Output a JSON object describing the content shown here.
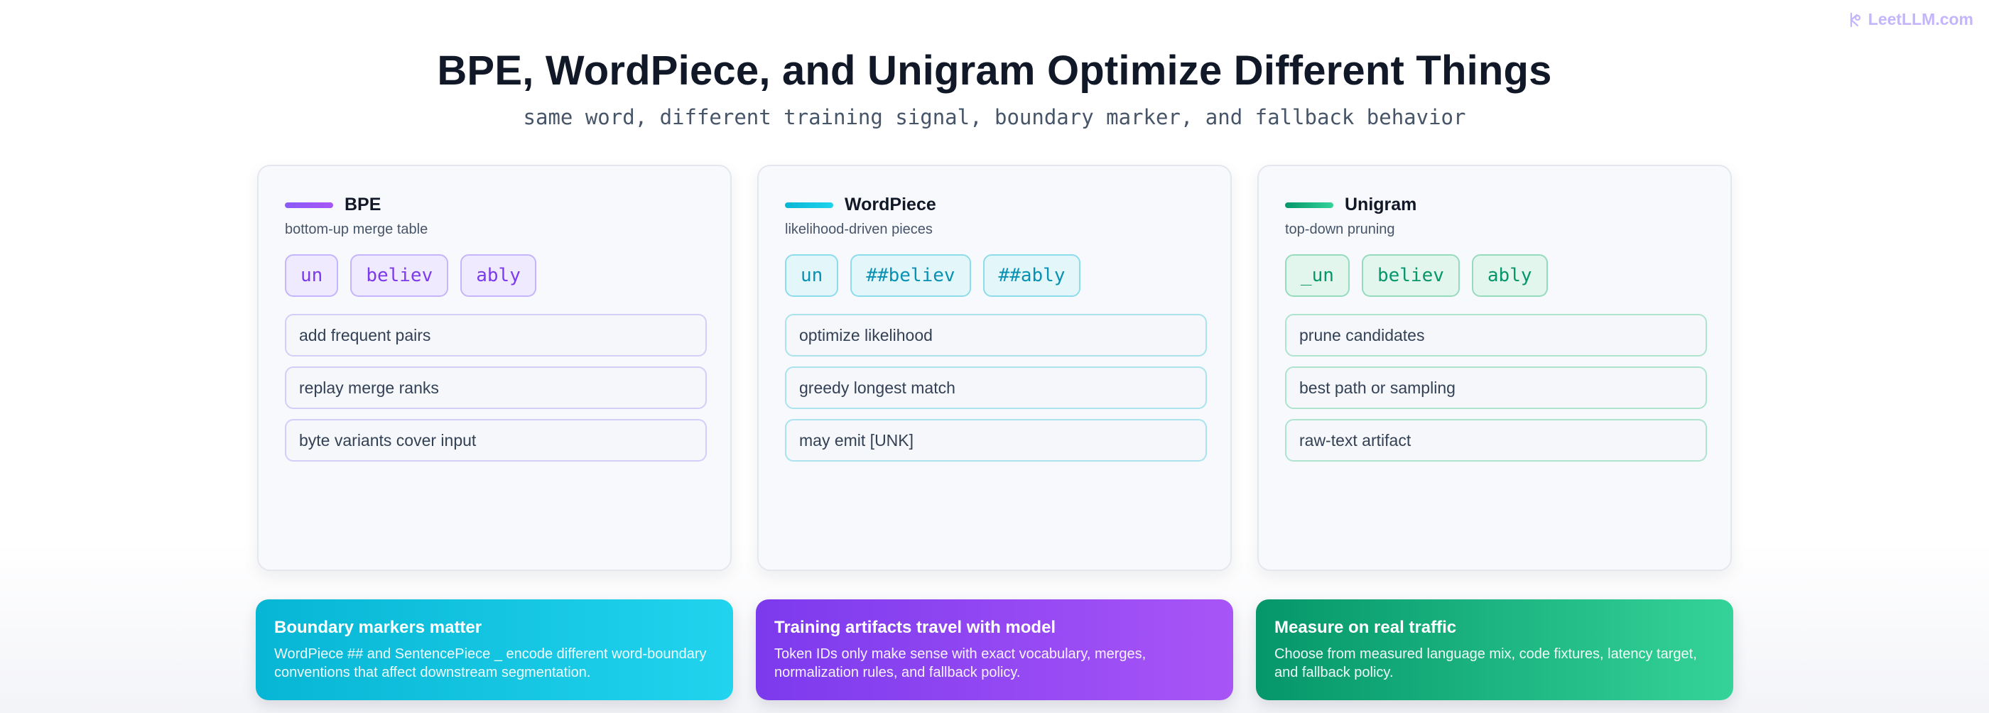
{
  "watermark": {
    "text": "LeetLLM.com",
    "icon": "logo-icon"
  },
  "header": {
    "title": "BPE, WordPiece, and Unigram Optimize Different Things",
    "subtitle": "same word, different training signal, boundary marker, and fallback behavior"
  },
  "colors": {
    "bpe": "#8b5cf6",
    "wordpiece": "#06b6d4",
    "unigram": "#10b981"
  },
  "cards": [
    {
      "title": "BPE",
      "subtitle": "bottom-up merge table",
      "tokens": [
        "un",
        "believ",
        "ably"
      ],
      "steps": [
        "add frequent pairs",
        "replay merge ranks",
        "byte variants cover input"
      ]
    },
    {
      "title": "WordPiece",
      "subtitle": "likelihood-driven pieces",
      "tokens": [
        "un",
        "##believ",
        "##ably"
      ],
      "steps": [
        "optimize likelihood",
        "greedy longest match",
        "may emit [UNK]"
      ]
    },
    {
      "title": "Unigram",
      "subtitle": "top-down pruning",
      "tokens": [
        "_un",
        "believ",
        "ably"
      ],
      "steps": [
        "prune candidates",
        "best path or sampling",
        "raw-text artifact"
      ]
    }
  ],
  "notes": [
    {
      "title": "Boundary markers matter",
      "text": "WordPiece ## and SentencePiece _ encode different word-boundary conventions that affect downstream segmentation."
    },
    {
      "title": "Training artifacts travel with model",
      "text": "Token IDs only make sense with exact vocabulary, merges, normalization rules, and fallback policy."
    },
    {
      "title": "Measure on real traffic",
      "text": "Choose from measured language mix, code fixtures, latency target, and fallback policy."
    }
  ]
}
